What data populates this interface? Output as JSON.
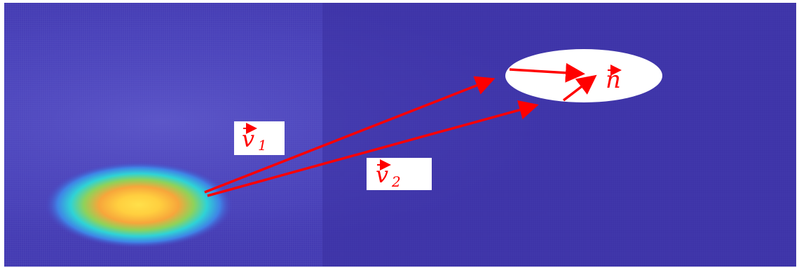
{
  "colors": {
    "background": "#3b2fa0",
    "mesh_light": "#5f5bd2",
    "arrow": "#ff0000",
    "label_box": "#ffffff",
    "ellipse": "#ffffff",
    "blob_center": "#ffe04a",
    "blob_mid": "#f7a63b",
    "blob_outer": "#2fd3d6"
  },
  "labels": {
    "v1_base": "v",
    "v1_sub": "1",
    "v2_base": "v",
    "v2_sub": "2",
    "n_base": "n"
  },
  "icons": {
    "arrow": "arrow-icon",
    "vector_accent": "right-arrow-accent"
  }
}
